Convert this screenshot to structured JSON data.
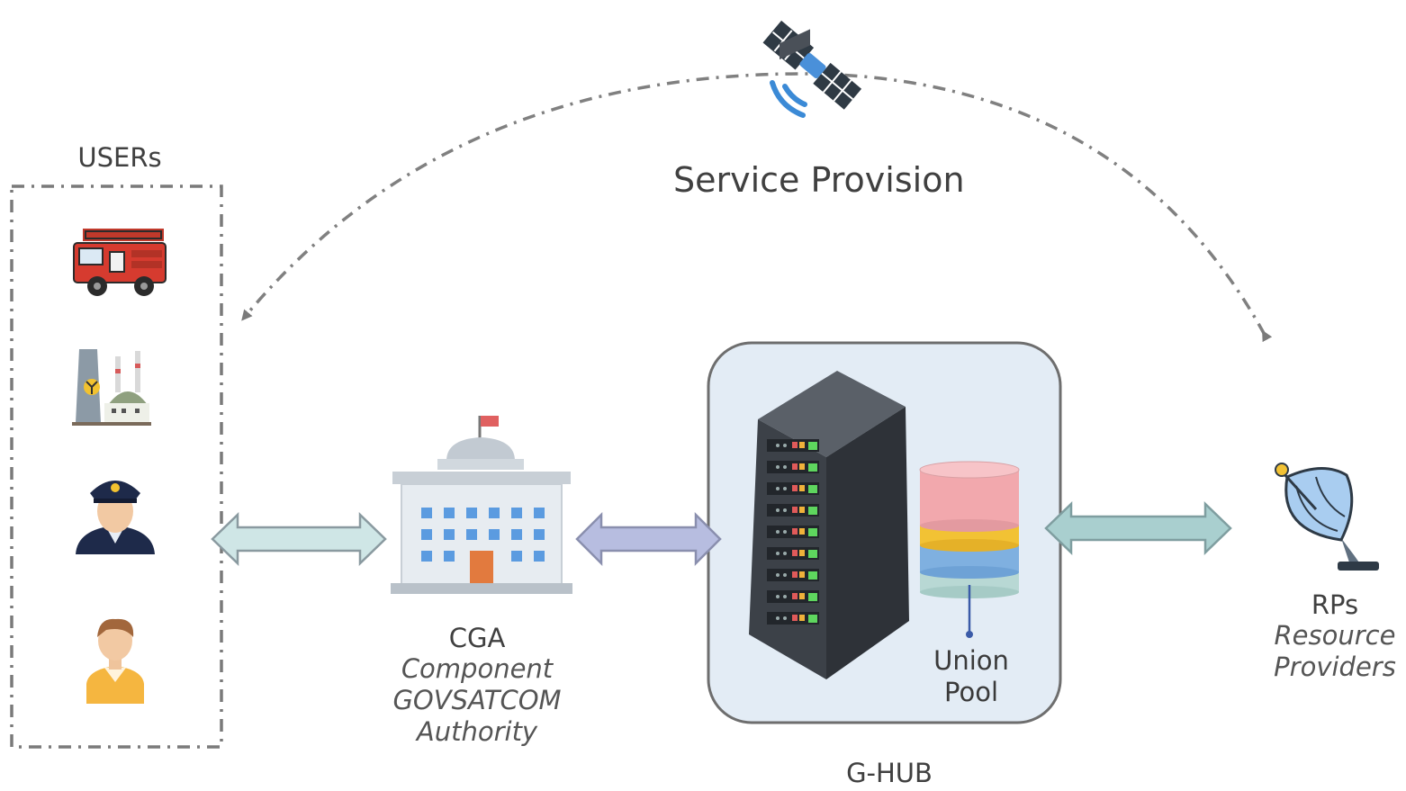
{
  "service": {
    "title": "Service Provision",
    "icon": "satellite-icon"
  },
  "users": {
    "label": "USERs",
    "items": [
      {
        "icon": "fire-truck-icon"
      },
      {
        "icon": "nuclear-plant-icon"
      },
      {
        "icon": "police-officer-icon"
      },
      {
        "icon": "civilian-user-icon"
      }
    ]
  },
  "cga": {
    "label": "CGA",
    "description_lines": [
      "Component",
      "GOVSATCOM",
      "Authority"
    ],
    "icon": "government-building-icon"
  },
  "ghub": {
    "label": "G-HUB",
    "pool_label_lines": [
      "Union",
      "Pool"
    ],
    "server_icon": "server-rack-icon",
    "pool_icon": "database-stack-icon"
  },
  "rps": {
    "label": "RPs",
    "description_lines": [
      "Resource",
      "Providers"
    ],
    "icon": "satellite-dish-icon"
  },
  "colors": {
    "arrow_users_cga": "#cfe6e6",
    "arrow_cga_ghub": "#b7bde0",
    "arrow_ghub_rps": "#a9cfcf",
    "ghub_background": "#e3ecf5",
    "dashed_line": "#808080"
  }
}
